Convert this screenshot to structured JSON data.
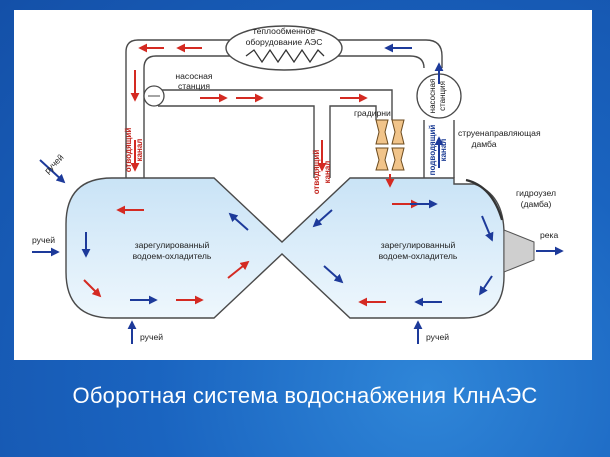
{
  "title": "Оборотная система водоснабжения КлнАЭС",
  "labels": {
    "heat_exchange_1": "теплообменное",
    "heat_exchange_2": "оборудование АЭС",
    "pump_station_left_1": "насосная",
    "pump_station_left_2": "станция",
    "pump_station_right_1": "насосная",
    "pump_station_right_2": "станция",
    "discharge_canal_left_1": "отводящий",
    "discharge_canal_left_2": "канал",
    "discharge_canal_mid_1": "отводящий",
    "discharge_canal_mid_2": "канал",
    "supply_canal_1": "подводящий",
    "supply_canal_2": "канал",
    "cooling_towers": "градирни",
    "jet_dam_1": "струенаправляющая",
    "jet_dam_2": "дамба",
    "hydro_node_1": "гидроузел",
    "hydro_node_2": "(дамба)",
    "river": "река",
    "stream_top_left": "ручей",
    "stream_left": "ручей",
    "stream_bottom_left": "ручей",
    "stream_bottom_right": "ручей",
    "reservoir_left_1": "зарегулированный",
    "reservoir_left_2": "водоем-охладитель",
    "reservoir_right_1": "зарегулированный",
    "reservoir_right_2": "водоем-охладитель"
  },
  "colors": {
    "warm_flow": "#d42a22",
    "cold_flow": "#1d3a9a",
    "water_top": "#c9e3f6",
    "water_bottom": "#eef7fd",
    "outline": "#4a4a4a"
  }
}
